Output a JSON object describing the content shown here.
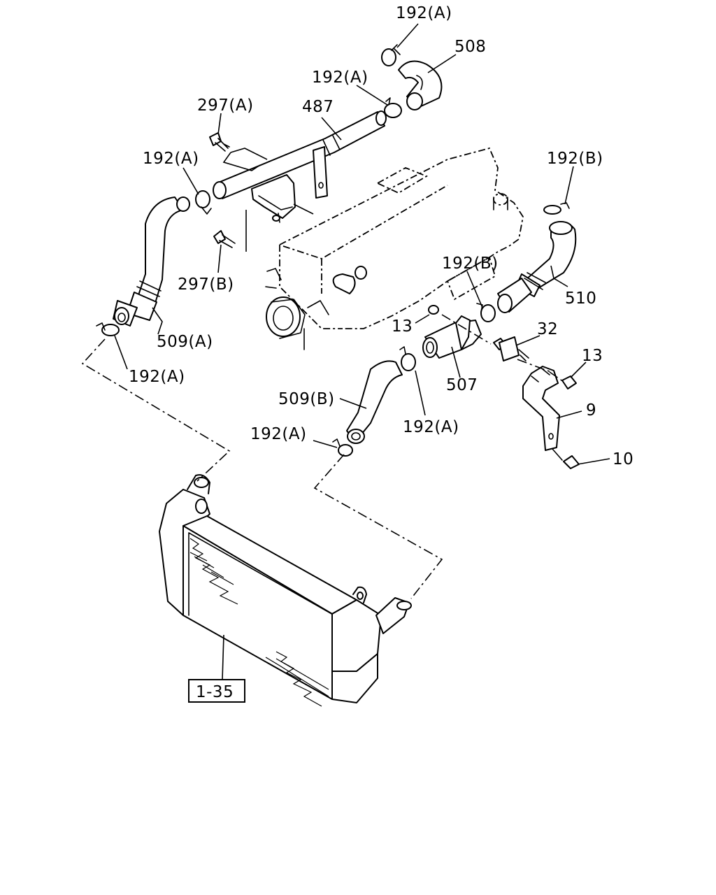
{
  "labels": {
    "p192a_top": "192(A)",
    "p508": "508",
    "p192a_2": "192(A)",
    "p487": "487",
    "p297a": "297(A)",
    "p192a_left": "192(A)",
    "p192b_top": "192(B)",
    "p297b": "297(B)",
    "p192b_mid": "192(B)",
    "p510": "510",
    "p509a": "509(A)",
    "p13_left": "13",
    "p32": "32",
    "p13_right": "13",
    "p192a_low": "192(A)",
    "p507": "507",
    "p509b": "509(B)",
    "p9": "9",
    "p192a_mid": "192(A)",
    "p192a_right": "192(A)",
    "p10": "10",
    "ref_box": "1-35"
  }
}
